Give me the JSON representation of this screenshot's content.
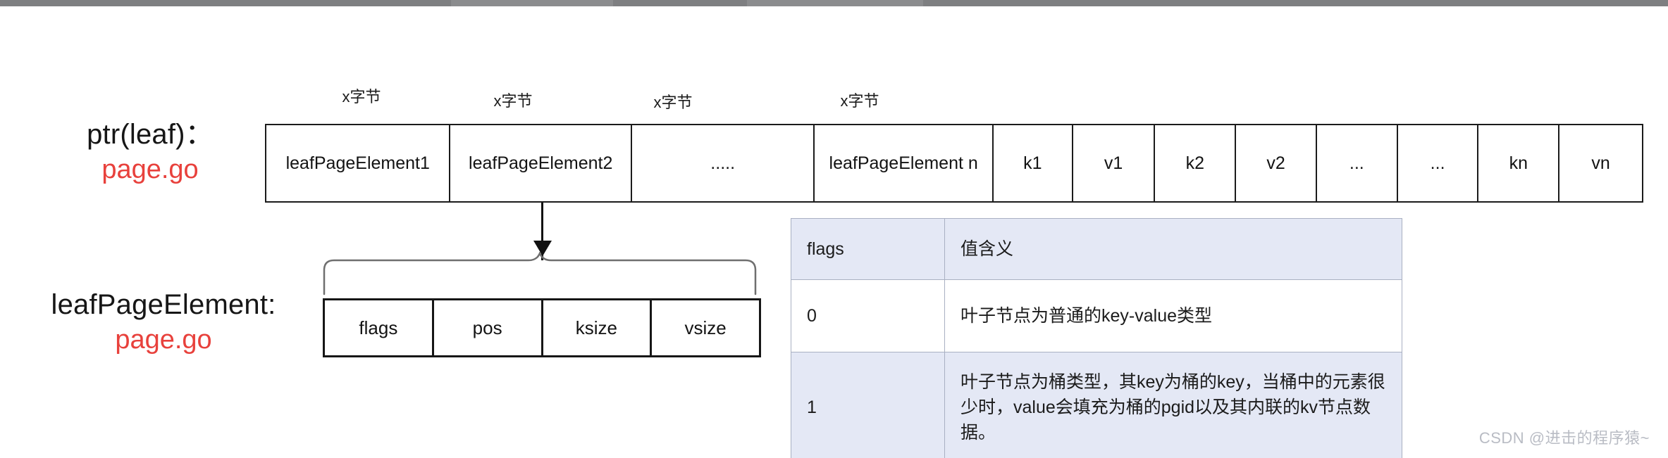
{
  "captions": {
    "leaf_pointer": {
      "title": "ptr(leaf)：",
      "file": "page.go"
    },
    "leaf_element": {
      "title": "leafPageElement:",
      "file": "page.go"
    }
  },
  "byte_labels": [
    {
      "text": "x字节"
    },
    {
      "text": "x字节"
    },
    {
      "text": "x字节"
    },
    {
      "text": "x字节"
    }
  ],
  "leaf_row": {
    "cells": [
      {
        "label": "leafPageElement1"
      },
      {
        "label": "leafPageElement2"
      },
      {
        "label": "....."
      },
      {
        "label": "leafPageElement n"
      },
      {
        "label": "k1"
      },
      {
        "label": "v1"
      },
      {
        "label": "k2"
      },
      {
        "label": "v2"
      },
      {
        "label": "..."
      },
      {
        "label": "..."
      },
      {
        "label": "kn"
      },
      {
        "label": "vn"
      }
    ]
  },
  "detail_row": {
    "cells": [
      {
        "label": "flags"
      },
      {
        "label": "pos"
      },
      {
        "label": "ksize"
      },
      {
        "label": "vsize"
      }
    ]
  },
  "flags_table": {
    "headers": [
      "flags",
      "值含义"
    ],
    "rows": [
      {
        "flag": "0",
        "meaning": "叶子节点为普通的key-value类型"
      },
      {
        "flag": "1",
        "meaning": "叶子节点为桶类型，其key为桶的key，当桶中的元素很少时，value会填充为桶的pgid以及其内联的kv节点数据。"
      }
    ]
  },
  "watermark": {
    "text": "CSDN @进击的程序猿~"
  },
  "colors": {
    "accent_red": "#e8413c",
    "table_shade": "#e4e8f5",
    "table_border": "#a9b0c2",
    "box_border": "#161616",
    "watermark": "#b9bcc4"
  }
}
